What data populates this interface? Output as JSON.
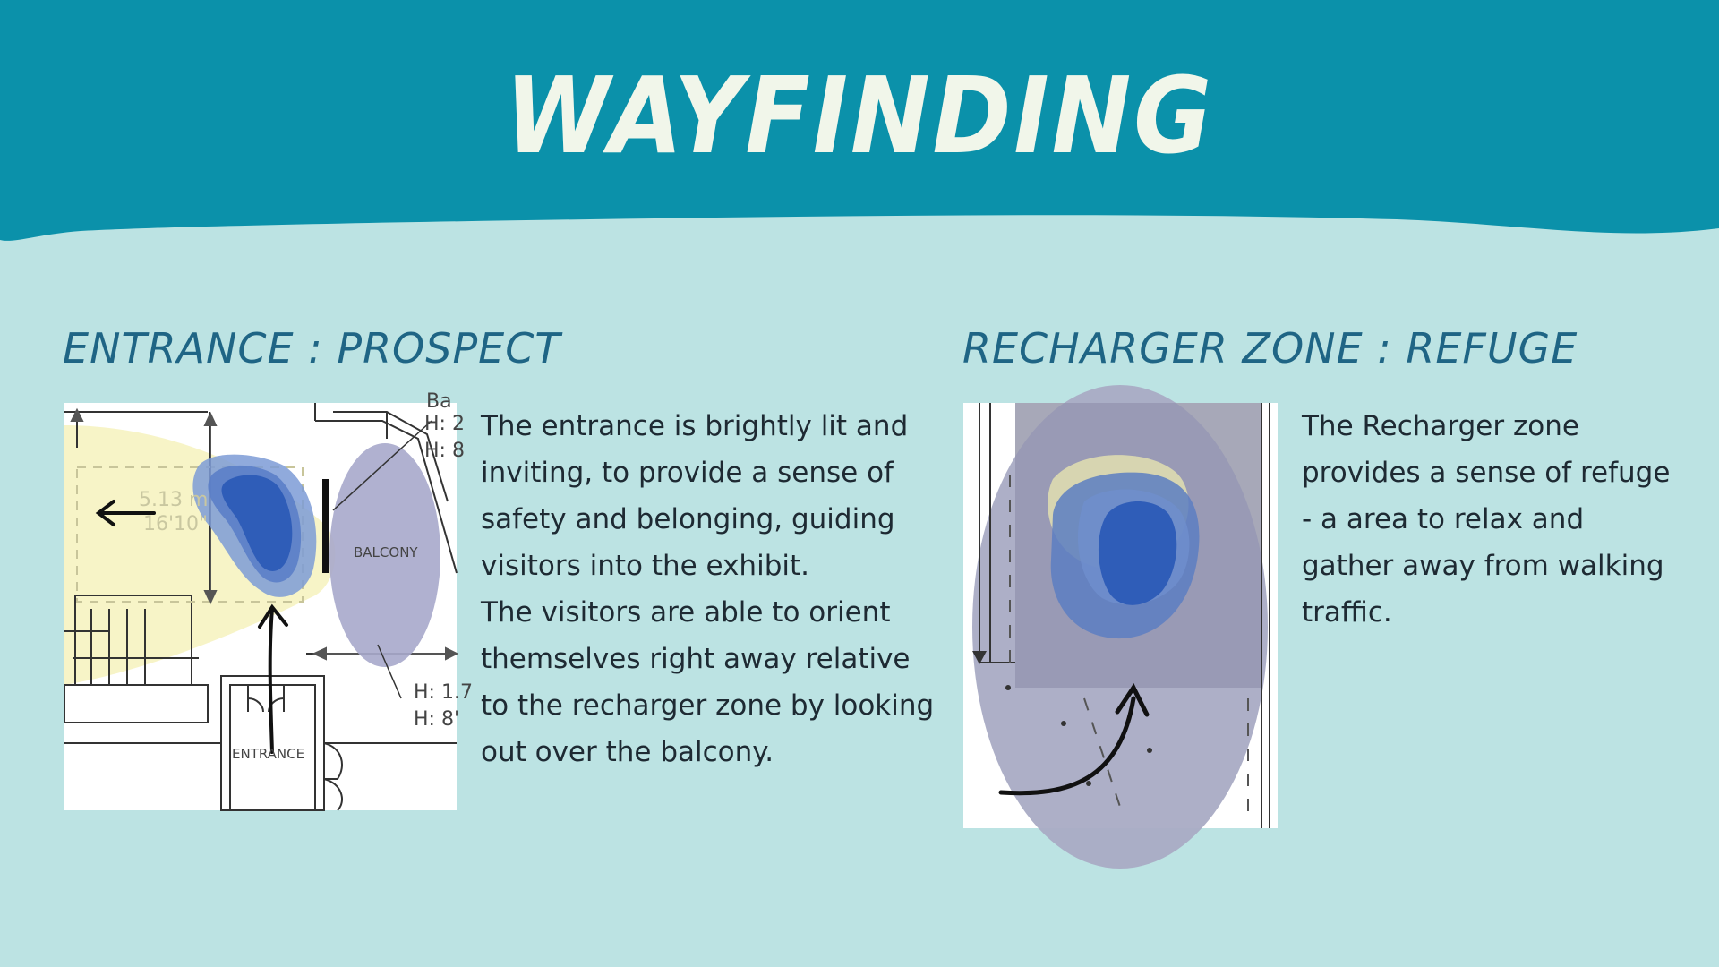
{
  "page": {
    "title": "WAYFINDING",
    "colors": {
      "header": "#0b91aa",
      "background": "#bce3e3",
      "heading": "#1f6585",
      "title": "#f1f6ea",
      "text": "#1e2a33"
    }
  },
  "entrance": {
    "heading": "ENTRANCE : PROSPECT",
    "paragraph1": "The entrance is brightly lit and inviting, to provide a sense of safety and belonging, guiding visitors into the exhibit.",
    "paragraph2": "The visitors are able to orient themselves right away relative to the recharger zone by looking out over the balcony.",
    "plan": {
      "dimension_m": "5.13 m",
      "dimension_ft": "16'10\"",
      "balcony_label": "BALCONY",
      "entrance_label": "ENTRANCE",
      "h_top_1": "H: 2",
      "h_top_2": "H: 8",
      "h_bottom_1": "H: 1.7",
      "h_bottom_2": "H: 8'",
      "top_cut": "Ba"
    }
  },
  "recharger": {
    "heading": "RECHARGER ZONE : REFUGE",
    "paragraph1": "The Recharger zone provides a sense of refuge - a area to relax and gather away from walking traffic."
  }
}
